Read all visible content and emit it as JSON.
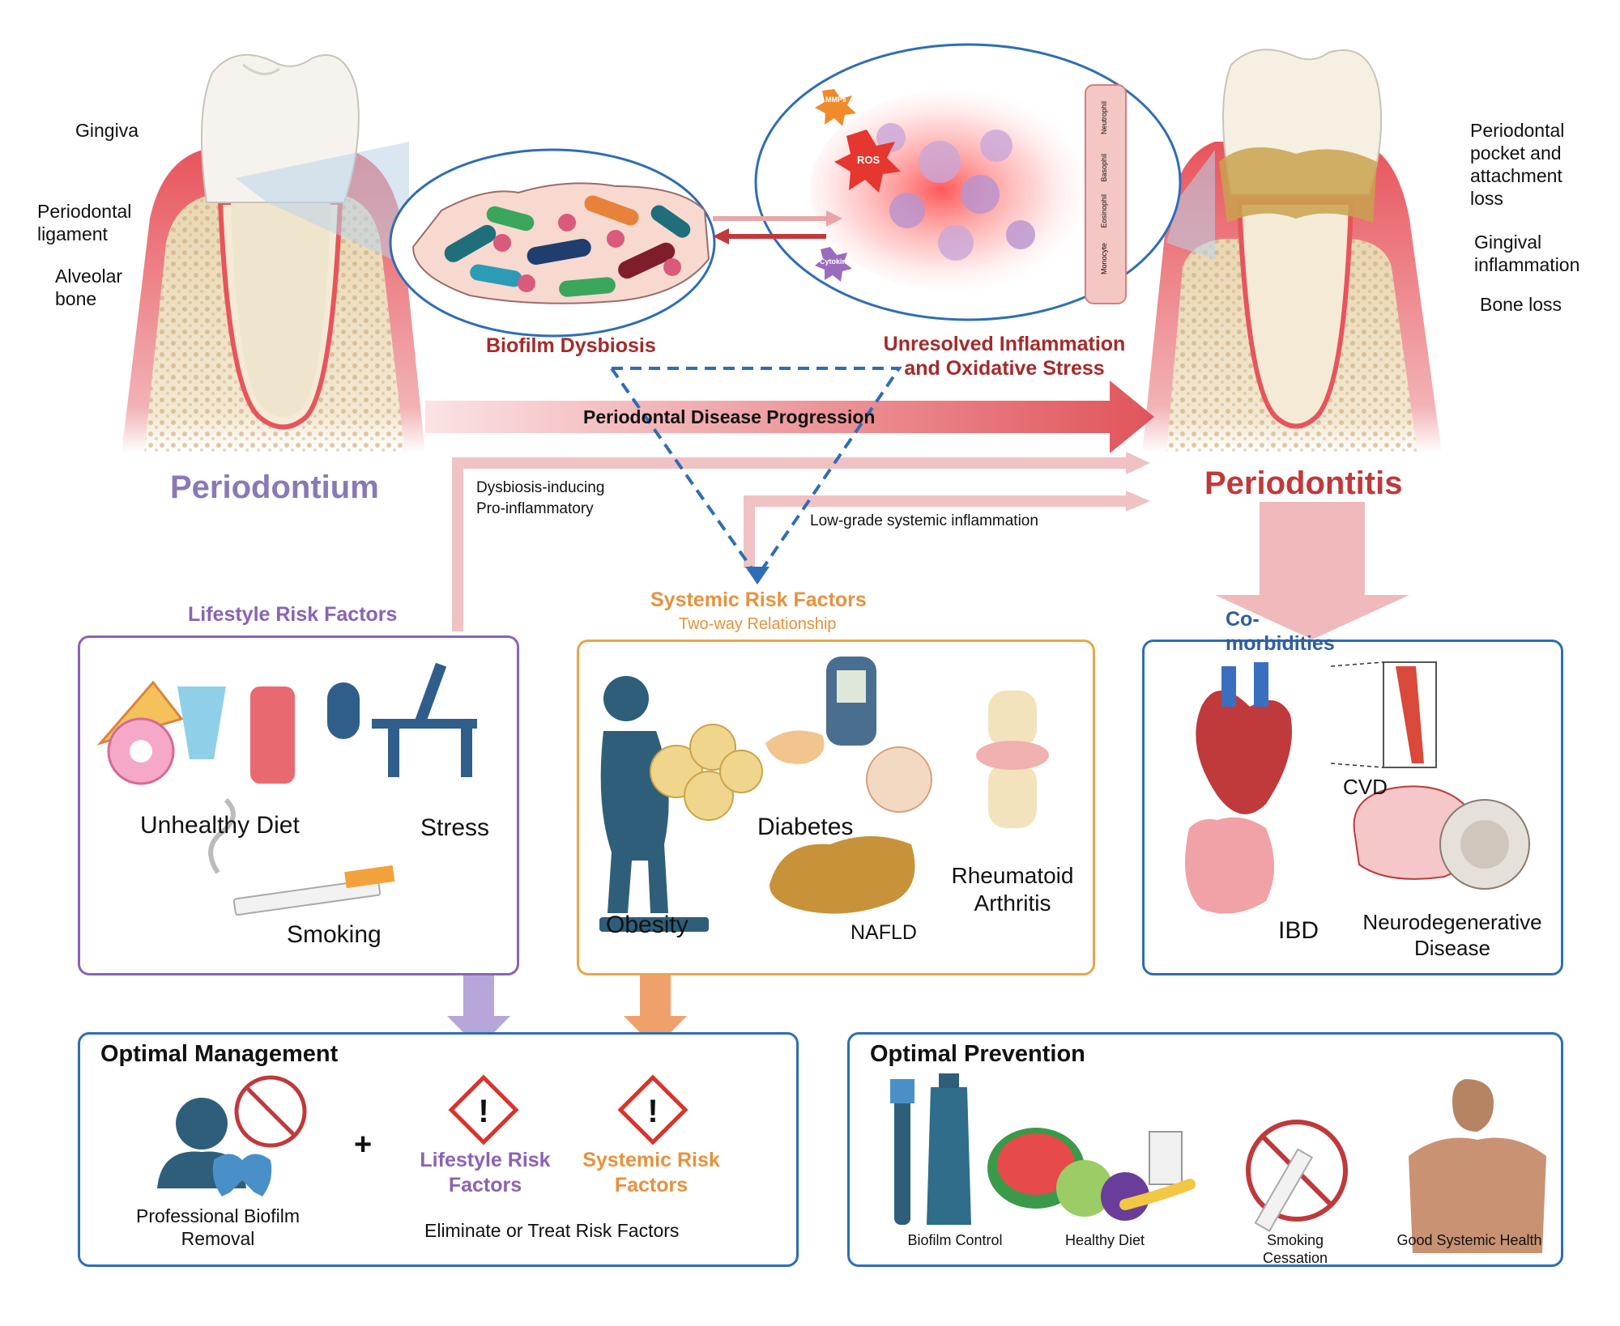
{
  "colors": {
    "purple": "#8b62b5",
    "orange": "#e8913d",
    "blue": "#2f6db5",
    "dark_red": "#a52a2a",
    "gum_red": "#e8545c",
    "arrow_pink": "#e9a5a8",
    "periodontium_text": "#8a78b8",
    "periodontitis_text": "#c0393b"
  },
  "top": {
    "left_tooth_labels": {
      "gingiva": "Gingiva",
      "periodontal_ligament": "Periodontal\nligament",
      "alveolar_bone": "Alveolar\nbone"
    },
    "right_tooth_labels": {
      "pocket": "Periodontal\npocket and\nattachment\nloss",
      "gingival_inflammation": "Gingival\ninflammation",
      "bone_loss": "Bone loss"
    },
    "periodontium": "Periodontium",
    "periodontitis": "Periodontitis",
    "biofilm_dysbiosis": "Biofilm Dysbiosis",
    "unresolved": "Unresolved Inflammation\nand Oxidative Stress",
    "progression": "Periodontal Disease Progression",
    "dysbiosis_inducing": "Dysbiosis-inducing\nPro-inflammatory",
    "low_grade": "Low-grade systemic inflammation",
    "micro_labels": {
      "mmps": "MMPs",
      "ros": "ROS",
      "cytokines": "Cytokines",
      "neutrophil": "Neutrophil",
      "basophil": "Basophil",
      "eosinophil": "Eosinophil",
      "monocyte": "Monocyte"
    }
  },
  "lifestyle": {
    "title": "Lifestyle Risk Factors",
    "unhealthy_diet": "Unhealthy Diet",
    "stress": "Stress",
    "smoking": "Smoking"
  },
  "systemic": {
    "title": "Systemic Risk Factors",
    "subtitle": "Two-way Relationship",
    "obesity": "Obesity",
    "diabetes": "Diabetes",
    "nafld": "NAFLD",
    "ra": "Rheumatoid\nArthritis"
  },
  "comorbidities": {
    "title": "Co-\nmorbidities",
    "cvd": "CVD",
    "ibd": "IBD",
    "neuro": "Neurodegenerative\nDisease"
  },
  "management": {
    "title": "Optimal Management",
    "plus": "+",
    "professional": "Professional Biofilm\nRemoval",
    "lifestyle": "Lifestyle Risk\nFactors",
    "systemic": "Systemic Risk\nFactors",
    "eliminate": "Eliminate or Treat Risk Factors"
  },
  "prevention": {
    "title": "Optimal Prevention",
    "biofilm_control": "Biofilm Control",
    "healthy_diet": "Healthy Diet",
    "smoking_cessation": "Smoking\nCessation",
    "good_health": "Good Systemic Health"
  }
}
